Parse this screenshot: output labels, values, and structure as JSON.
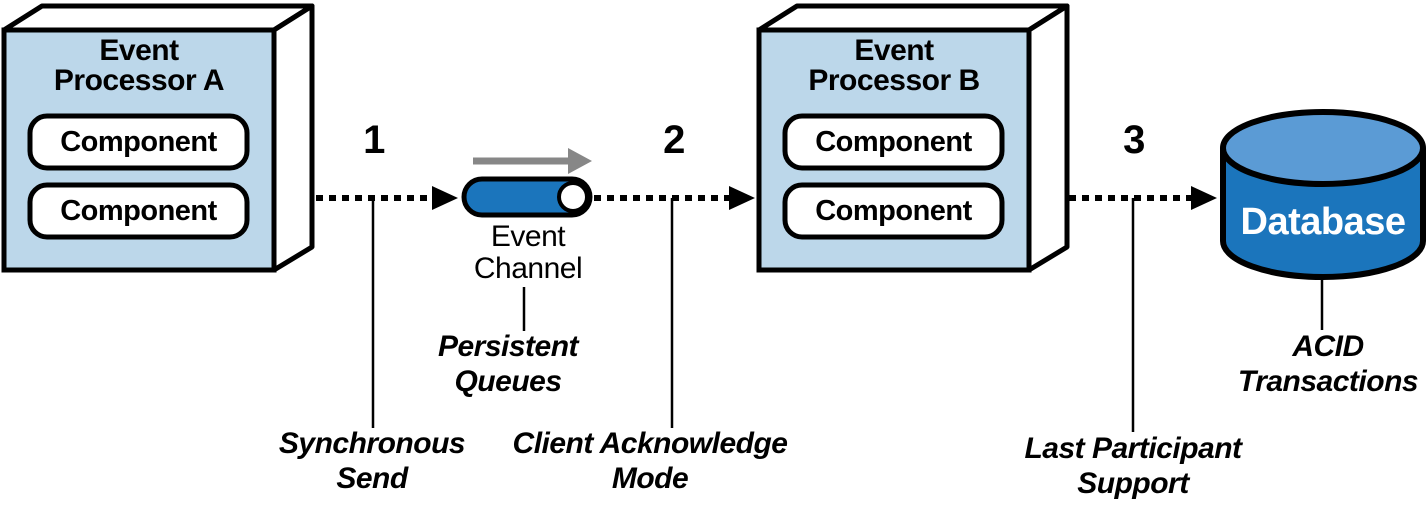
{
  "diagram": {
    "processor_a": {
      "title": "Event\nProcessor A",
      "components": [
        "Component",
        "Component"
      ]
    },
    "processor_b": {
      "title": "Event\nProcessor B",
      "components": [
        "Component",
        "Component"
      ]
    },
    "event_channel": {
      "label": "Event\nChannel",
      "annotation": "Persistent\nQueues"
    },
    "database": {
      "label": "Database",
      "annotation": "ACID\nTransactions"
    },
    "steps": [
      {
        "number": "1",
        "annotation": "Synchronous\nSend"
      },
      {
        "number": "2",
        "annotation": "Client Acknowledge\nMode"
      },
      {
        "number": "3",
        "annotation": "Last Participant\nSupport"
      }
    ],
    "colors": {
      "processor_fill": "#BCD7EA",
      "channel_fill": "#1B75BC",
      "database_body": "#1B75BC",
      "database_top": "#5B9BD5",
      "outline": "#000000",
      "flow_arrow_gray": "#878787",
      "database_text": "#FFFFFF",
      "text": "#000000"
    }
  }
}
